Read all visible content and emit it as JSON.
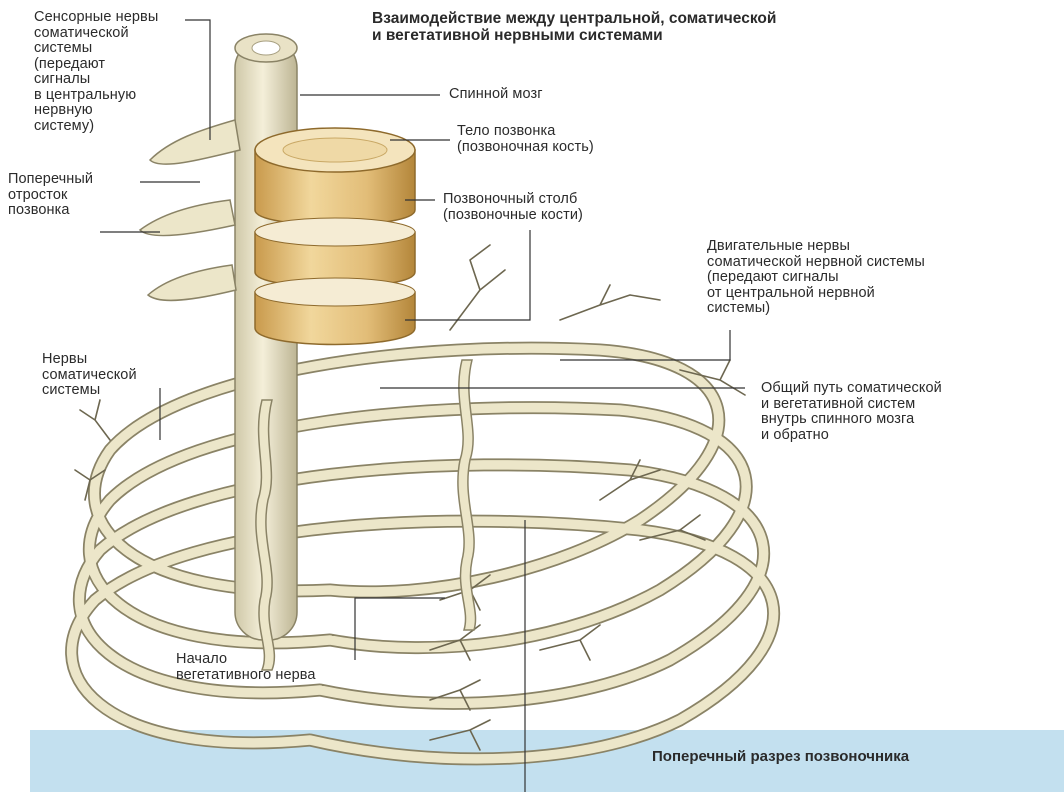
{
  "title": "Взаимодействие между центральной, соматической\nи вегетативной нервными системами",
  "labels": {
    "sensory_nerves": "Сенсорные нервы\nсоматической\nсистемы\n(передают\nсигналы\nв центральную\nнервную\nсистему)",
    "transverse_process": "Поперечный\nотросток\nпозвонка",
    "somatic_nerves": "Нервы\nсоматической\nсистемы",
    "spinal_cord": "Спинной мозг",
    "vertebral_body": "Тело позвонка\n(позвоночная кость)",
    "vertebral_column": "Позвоночный столб\n(позвоночные кости)",
    "motor_nerves": "Двигательные нервы\nсоматической нервной системы\n(передают сигналы\nот центральной нервной\nсистемы)",
    "common_path": "Общий путь соматической\nи вегетативной систем\nвнутрь спинного мозга\nи обратно",
    "autonomic_start": "Начало\nвегетативного нерва"
  },
  "cross_section_title": "Поперечный разрез позвоночника",
  "colors": {
    "bone": "#e8c98a",
    "bone_dark": "#b98c3e",
    "nerve": "#ece6c9",
    "nerve_edge": "#8a8366",
    "panel": "#bfdfef",
    "leader": "#333333"
  }
}
